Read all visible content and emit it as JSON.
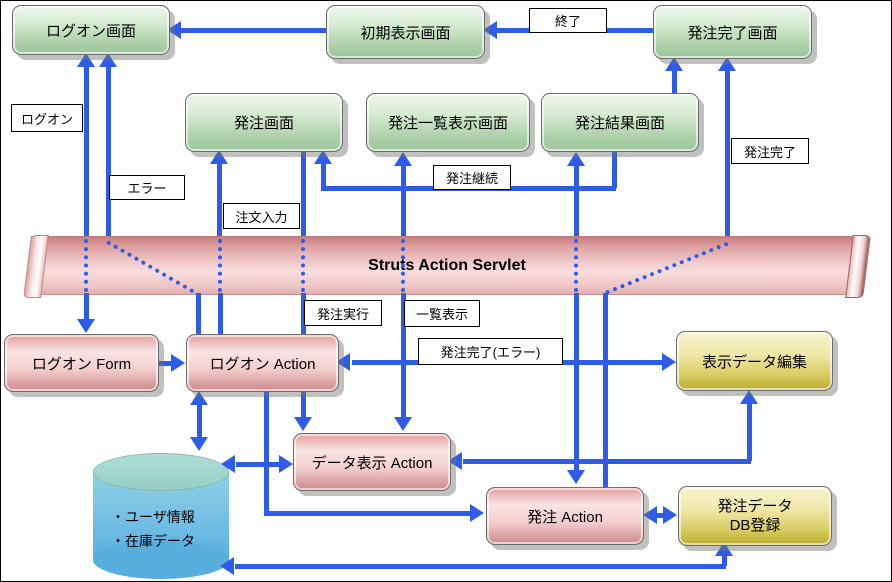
{
  "band": {
    "title": "Struts Action Servlet"
  },
  "screens": {
    "logon": "ログオン画面",
    "initial": "初期表示画面",
    "order_complete": "発注完了画面",
    "order": "発注画面",
    "order_list": "発注一覧表示画面",
    "order_result": "発注結果画面"
  },
  "actions": {
    "logon_form": "ログオン Form",
    "logon_action": "ログオン Action",
    "data_display_action": "データ表示 Action",
    "order_action": "発注 Action"
  },
  "helpers": {
    "display_data_edit": "表示データ編集",
    "order_data_db_line1": "発注データ",
    "order_data_db_line2": "DB登録"
  },
  "flow_labels": {
    "logon": "ログオン",
    "exit": "終了",
    "error": "エラー",
    "order_input": "注文入力",
    "order_continue": "発注継続",
    "order_complete": "発注完了",
    "order_exec": "発注実行",
    "list_display": "一覧表示",
    "order_complete_error": "発注完了(エラー)"
  },
  "database": {
    "item1": "・ユーザ情報",
    "item2": "・在庫データ"
  },
  "colors": {
    "arrow_blue": "#2e5ce8",
    "screen_green": "#9cc49a",
    "action_pink": "#cd8888",
    "helper_yellow": "#bcab2e",
    "servlet_band_pink": "#f3cfcf",
    "database_blue": "#58aedd"
  }
}
